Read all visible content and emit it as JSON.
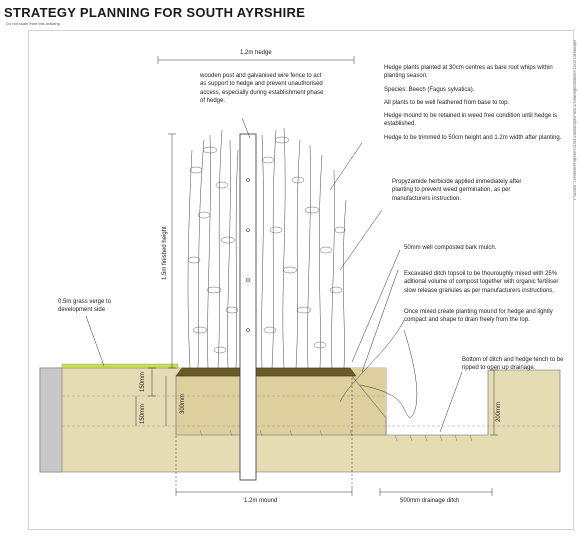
{
  "title": "STRATEGY PLANNING FOR SOUTH AYRSHIRE",
  "subnote": "Do not scale from this drawing",
  "sidenote": "F:\\Acad\\...General\\Projects\\Y1D04\\Landscape\\Pack & Drainage\\Mound\\Y1D04 Landscape Details.dwg",
  "dimensions": {
    "hedge_width": "1.2m hedge",
    "finished_height": "1.5m finished height",
    "mound_top": "150mm",
    "mound_height": "300mm",
    "verge_depth": "150mm",
    "ditch_depth": "200mm",
    "mound_width": "1.2m mound",
    "ditch_width": "500mm drainage ditch"
  },
  "notes": {
    "post": "wooden post and galvanised wire fence to act as support to hedge and prevent unauthorised access, especially during establishment phase of hedge.",
    "plants1": "Hedge plants planted at 30cm centres as bare root whips within planting season.",
    "species": "Species: Beech (Fagus sylvatica).",
    "feathered": "All plants to be well feathered from base to top.",
    "weed_free": "Hedge mound to be retained in weed free condition until hedge is established.",
    "trim": "Hedge to be trimmed to 50cm height and 1.2m width after planting.",
    "herbicide": "Propyzamide herbicide applied immediately after planting to prevent weed germination, as per manufacturers instruction.",
    "mulch": "50mm well composted bark mulch.",
    "topsoil": "Excavated ditch topsoil to be thouroughly mixed with 25% aditional volume of compost together with organic fertiliser slow release granules as per manufacturers instructions.",
    "mound": "Once mixed create planting mound for hedge and lightly compact and shape to drain freely from the top.",
    "ditch": "Bottom of ditch and hedge tench to be ripped to open up drainage.",
    "verge": "0.5m grass verge to development side"
  },
  "colors": {
    "soil": "#e6dcb4",
    "mound": "#ddd09e",
    "mulch": "#6b5a2a",
    "grass": "#c8dc5a",
    "line": "#333333"
  }
}
